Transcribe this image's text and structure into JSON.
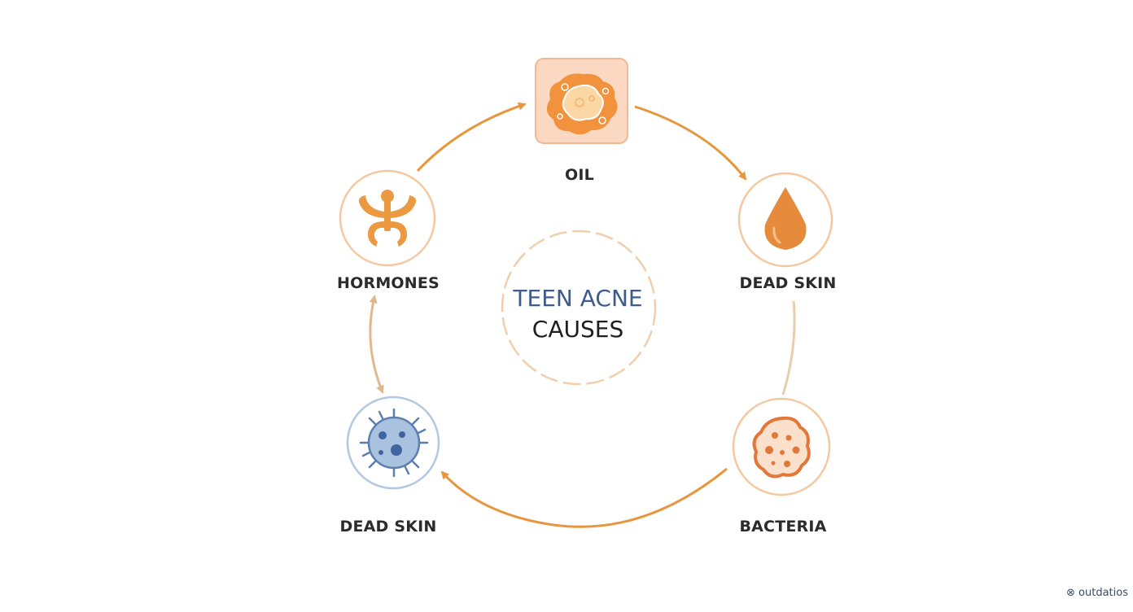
{
  "diagram": {
    "center": {
      "line1": "TEEN ACNE",
      "line2": "CAUSES"
    },
    "nodes": {
      "oil": {
        "label": "OIL",
        "icon": "oil-blob-icon"
      },
      "dead_skin_top": {
        "label": "DEAD SKIN",
        "icon": "droplet-icon"
      },
      "bacteria": {
        "label": "BACTERIA",
        "icon": "bacteria-cell-icon"
      },
      "dead_skin_bottom": {
        "label": "DEAD SKIN",
        "icon": "virus-cell-icon"
      },
      "hormones": {
        "label": "HORMONES",
        "icon": "hormone-symbol-icon"
      }
    },
    "colors": {
      "accent_orange": "#e8963e",
      "light_orange": "#f6d3b4",
      "blue": "#5b7fb0",
      "text_dark": "#2b2b2b",
      "title_blue": "#3e5b8a"
    }
  },
  "watermark": "outdatios"
}
